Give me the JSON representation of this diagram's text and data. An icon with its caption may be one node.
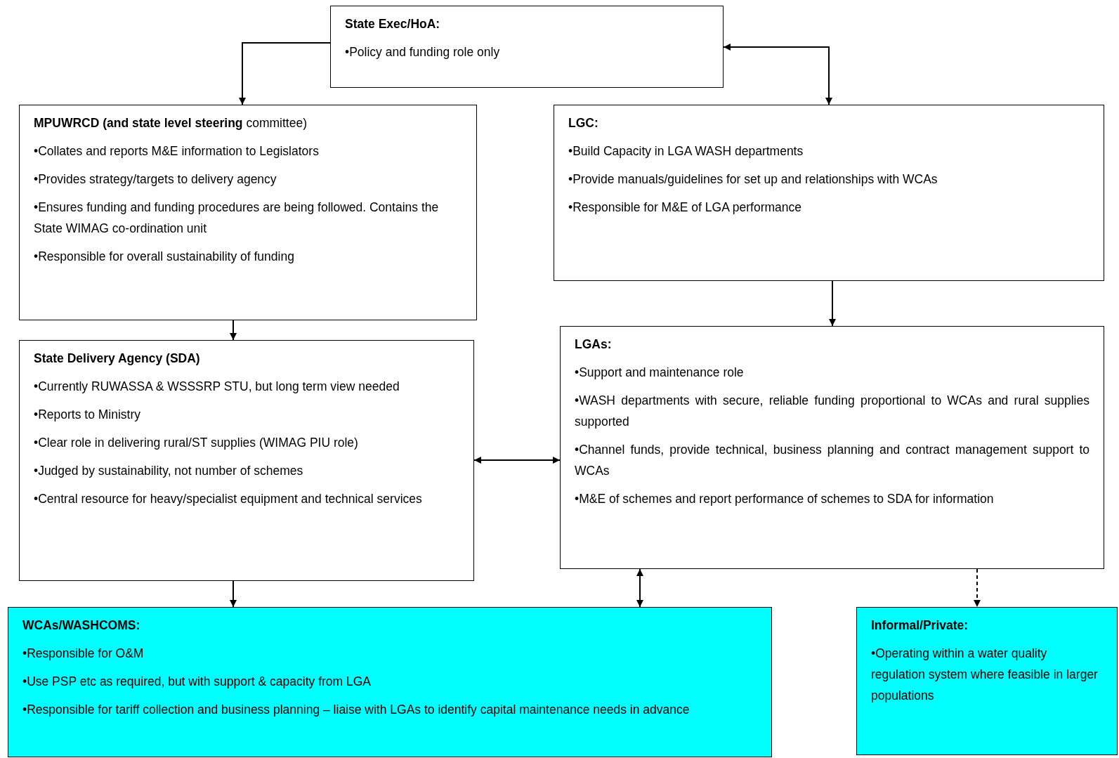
{
  "diagram": {
    "nodes": [
      {
        "text": [
          "State Exec/HoA:",
          "•Policy and funding role only"
        ]
      },
      {
        "text": [
          "**MPUWRCD (and state level steering** committee)",
          "•Collates and reports M&E information to Legislators",
          "•Provides strategy/targets to delivery agency",
          "•Ensures funding and funding procedures are being followed. Contains the State WIMAG co-ordination unit",
          "•Responsible for overall sustainability of funding"
        ]
      },
      {
        "text": [
          "LGC:",
          "•Build Capacity in LGA WASH departments",
          "•Provide manuals/guidelines for set up and relationships with WCAs",
          "•Responsible for M&E of LGA performance"
        ]
      },
      {
        "text": [
          "State Delivery Agency (SDA)",
          "•Currently RUWASSA & WSSSRP STU, but long term view needed",
          "•Reports to Ministry",
          "•Clear role in delivering rural/ST supplies (WIMAG PIU role)",
          "•Judged by sustainability, not number of schemes",
          "•Central resource for heavy/specialist equipment and technical services"
        ]
      },
      {
        "text": [
          "LGAs:",
          "•Support and maintenance role",
          "•WASH departments with secure, reliable funding proportional to WCAs and rural supplies supported",
          "•Channel funds, provide technical, business planning and contract management support to WCAs",
          "•M&E of schemes and report performance of schemes to SDA for information"
        ]
      },
      {
        "text": [
          "WCAs/WASHCOMS:",
          "•Responsible for O&M",
          "•Use PSP etc as required, but with support & capacity from LGA",
          "•Responsible for tariff collection and business planning – liaise with LGAs to identify capital maintenance needs in advance"
        ]
      },
      {
        "text": [
          "Informal/Private:",
          "•Operating within a water quality regulation system where feasible in larger populations"
        ]
      }
    ],
    "edges": [
      {
        "from": 0,
        "to": 1,
        "arrow": "to"
      },
      {
        "from": 0,
        "to": 2,
        "arrow": "both"
      },
      {
        "from": 1,
        "to": 3,
        "arrow": "to"
      },
      {
        "from": 2,
        "to": 4,
        "arrow": "to"
      },
      {
        "from": 3,
        "to": 4,
        "arrow": "both"
      },
      {
        "from": 3,
        "to": 5,
        "arrow": "to"
      },
      {
        "from": 4,
        "to": 5,
        "arrow": "both"
      },
      {
        "from": 4,
        "to": 6,
        "arrow": "to",
        "style": "dashed"
      }
    ]
  }
}
